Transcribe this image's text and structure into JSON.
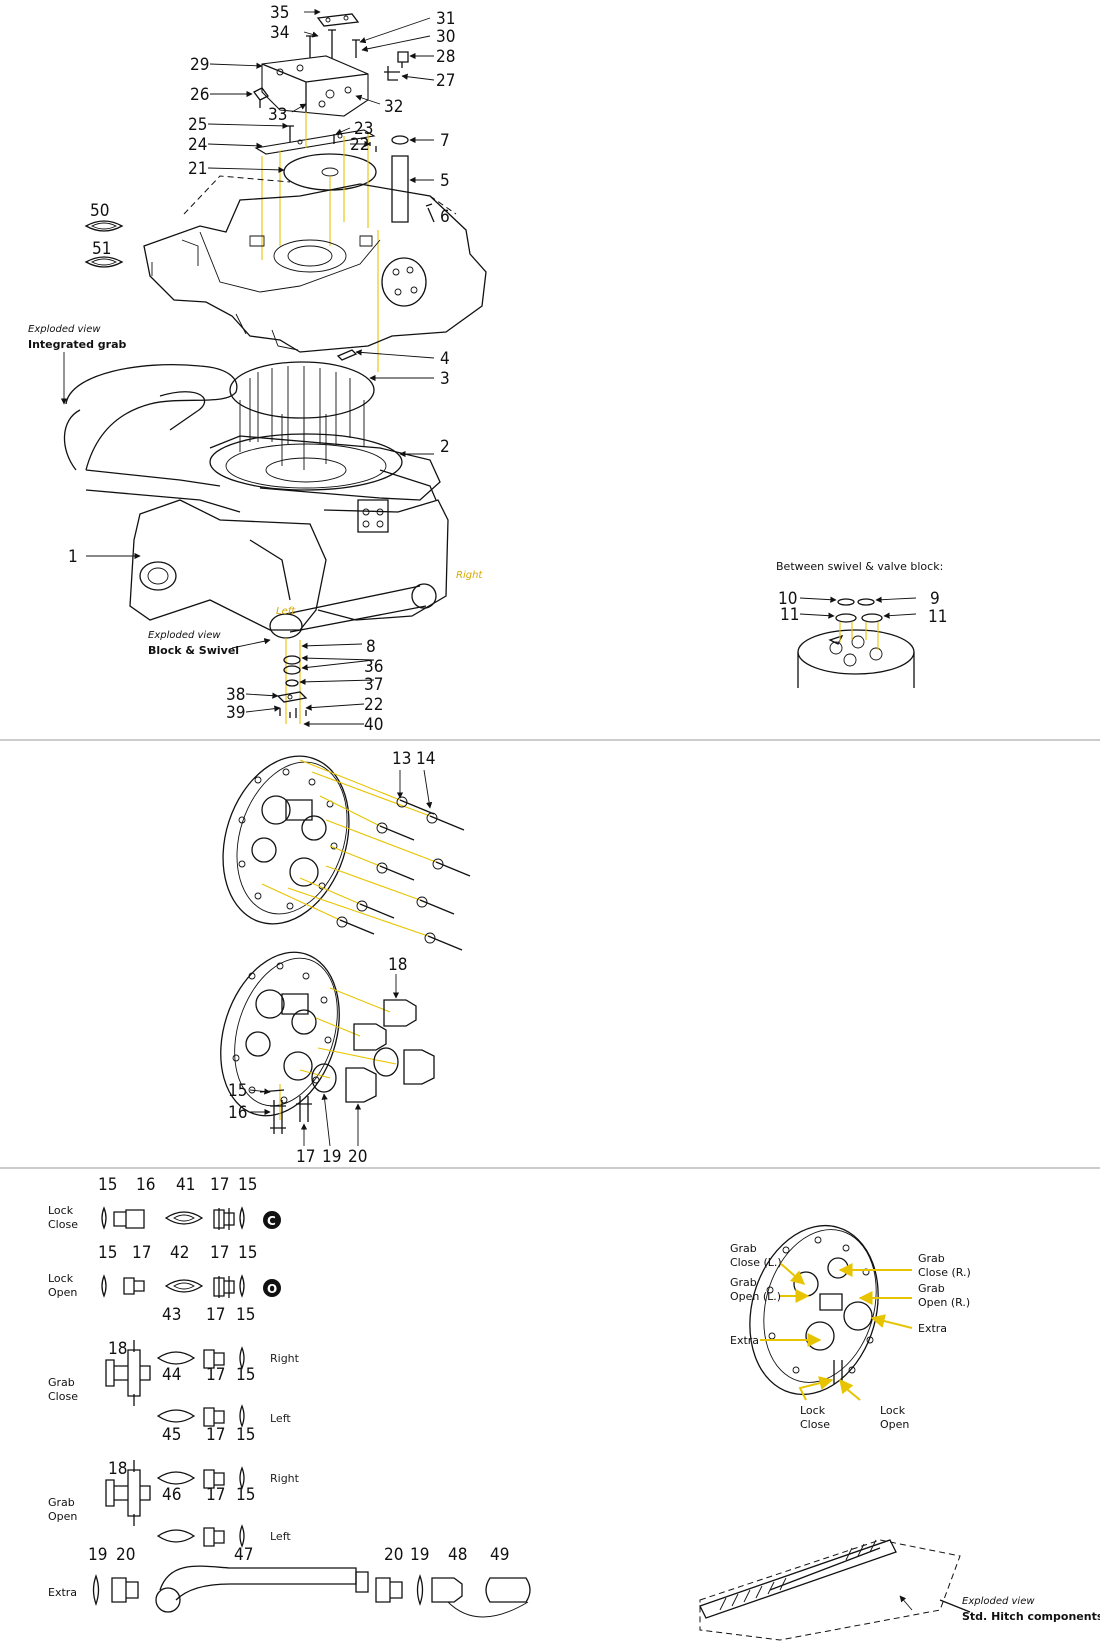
{
  "callouts": {
    "n35": "35",
    "n34": "34",
    "n31": "31",
    "n30": "30",
    "n29": "29",
    "n28": "28",
    "n27": "27",
    "n26": "26",
    "n33": "33",
    "n32": "32",
    "n25": "25",
    "n23": "23",
    "n24": "24",
    "n22a": "22",
    "n7": "7",
    "n21": "21",
    "n5": "5",
    "n6": "6",
    "n50": "50",
    "n51": "51",
    "n4": "4",
    "n3": "3",
    "n2": "2",
    "n1": "1",
    "n8": "8",
    "n36": "36",
    "n37": "37",
    "n38": "38",
    "n22b": "22",
    "n39": "39",
    "n40": "40",
    "n10": "10",
    "n9": "9",
    "n11a": "11",
    "n11b": "11",
    "n13": "13",
    "n14": "14",
    "n18": "18",
    "n15": "15",
    "n16": "16",
    "n17": "17",
    "n19": "19",
    "n20": "20"
  },
  "top_section": {
    "exploded_grab_caption": "Exploded view",
    "exploded_grab_title": "Integrated grab",
    "exploded_block_caption": "Exploded view",
    "exploded_block_title": "Block & Swivel",
    "left_label": "Left",
    "right_label": "Right",
    "between_label": "Between swivel & valve block:"
  },
  "bottom_section": {
    "rows": [
      {
        "label_a": "Lock",
        "label_b": "Close",
        "nums": [
          "15",
          "16",
          "41",
          "17",
          "15"
        ],
        "badge": "C"
      },
      {
        "label_a": "Lock",
        "label_b": "Open",
        "nums": [
          "15",
          "17",
          "42",
          "17",
          "15"
        ],
        "badge": "O"
      },
      {
        "label_a": "Grab",
        "label_b": "Close",
        "n18": "18",
        "upper": [
          "43",
          "17",
          "15"
        ],
        "upper_side": "Right",
        "lower": [
          "44",
          "17",
          "15"
        ],
        "lower_side": "Left"
      },
      {
        "label_a": "Grab",
        "label_b": "Open",
        "n18": "18",
        "upper": [
          "45",
          "17",
          "15"
        ],
        "upper_side": "Right",
        "lower": [
          "46",
          "17",
          "15"
        ],
        "lower_side": "Left"
      },
      {
        "label_a": "Extra",
        "nums": [
          "19",
          "20",
          "47",
          "20",
          "19",
          "48",
          "49"
        ]
      }
    ],
    "port_labels": {
      "grab_close_l_a": "Grab",
      "grab_close_l_b": "Close (L.)",
      "grab_open_l_a": "Grab",
      "grab_open_l_b": "Open (L.)",
      "grab_close_r_a": "Grab",
      "grab_close_r_b": "Close (R.)",
      "grab_open_r_a": "Grab",
      "grab_open_r_b": "Open (R.)",
      "extra_l": "Extra",
      "extra_r": "Extra",
      "lock_close_a": "Lock",
      "lock_close_b": "Close",
      "lock_open_a": "Lock",
      "lock_open_b": "Open"
    },
    "hitch_caption": "Exploded view",
    "hitch_title": "Std. Hitch components"
  },
  "colors": {
    "leader_yellow": "#e8c400",
    "line": "#111111",
    "separator": "#999999"
  }
}
